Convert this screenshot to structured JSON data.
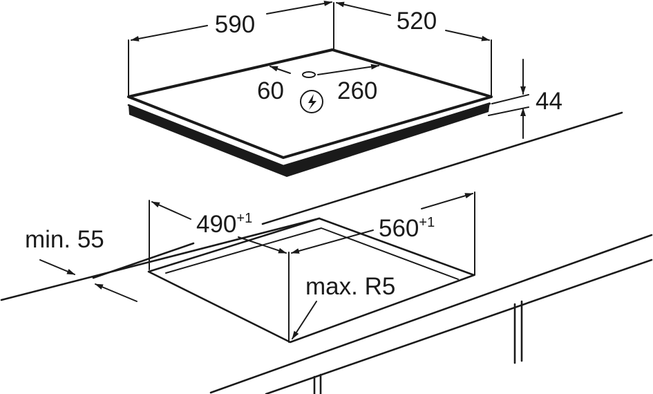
{
  "hob": {
    "width": "590",
    "depth": "520",
    "height": "44",
    "cable_offset_side": "60",
    "cable_offset_front": "260",
    "power_icon": "lightning-bolt-in-circle-icon"
  },
  "cutout": {
    "width": "490",
    "width_tol": "+1",
    "depth": "560",
    "depth_tol": "+1",
    "min_edge": "min. 55",
    "corner_radius": "max. R5"
  },
  "colors": {
    "line": "#1a1a1a",
    "background": "#ffffff"
  }
}
